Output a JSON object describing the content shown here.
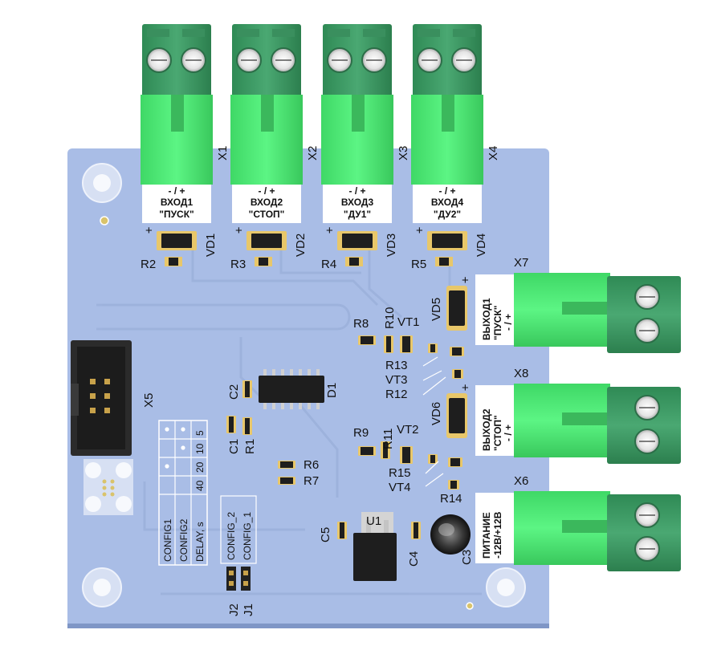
{
  "colors": {
    "board": "#a9bde6",
    "board_edge": "#8ea6d6",
    "terminal_dark": "#3f9a65",
    "terminal_light": "#4ef07a",
    "silk": "#111111",
    "label_bg": "#ffffff",
    "header_body": "#2b2b2b",
    "pin_gold": "#c8a24a"
  },
  "inputs": [
    {
      "ref": "X1",
      "polarity": "- / +",
      "name": "ВХОД1",
      "mode": "\"ПУСК\"",
      "diode": "VD1",
      "resistor": "R2"
    },
    {
      "ref": "X2",
      "polarity": "- / +",
      "name": "ВХОД2",
      "mode": "\"СТОП\"",
      "diode": "VD2",
      "resistor": "R3"
    },
    {
      "ref": "X3",
      "polarity": "- / +",
      "name": "ВХОД3",
      "mode": "\"ДУ1\"",
      "diode": "VD3",
      "resistor": "R4"
    },
    {
      "ref": "X4",
      "polarity": "- / +",
      "name": "ВХОД4",
      "mode": "\"ДУ2\"",
      "diode": "VD4",
      "resistor": "R5"
    }
  ],
  "outputs": [
    {
      "ref": "X7",
      "name": "ВЫХОД1",
      "mode": "\"ПУСК\"",
      "polarity": "- / +"
    },
    {
      "ref": "X8",
      "name": "ВЫХОД2",
      "mode": "\"СТОП\"",
      "polarity": "- / +"
    },
    {
      "ref": "X6",
      "name": "ПИТАНИЕ",
      "mode": "-12В/+12В",
      "polarity": ""
    }
  ],
  "plus_sign": "+",
  "refs": {
    "x5": "X5",
    "c1": "C1",
    "c2": "C2",
    "c3": "C3",
    "c4": "C4",
    "c5": "C5",
    "r1": "R1",
    "r6": "R6",
    "r7": "R7",
    "r8": "R8",
    "r9": "R9",
    "r10": "R10",
    "r11": "R11",
    "r12": "R12",
    "r13": "R13",
    "r14": "R14",
    "r15": "R15",
    "vt1": "VT1",
    "vt2": "VT2",
    "vt3": "VT3",
    "vt4": "VT4",
    "vd5": "VD5",
    "vd6": "VD6",
    "d1": "D1",
    "u1": "U1",
    "j1": "J1",
    "j2": "J2"
  },
  "config_table": {
    "rows": [
      "CONFIG1",
      "CONFIG2",
      "DELAY, s"
    ],
    "values": [
      "40",
      "20",
      "10",
      "5"
    ]
  },
  "jumpers": {
    "config2": "CONFIG_2",
    "config1": "CONFIG_1"
  }
}
